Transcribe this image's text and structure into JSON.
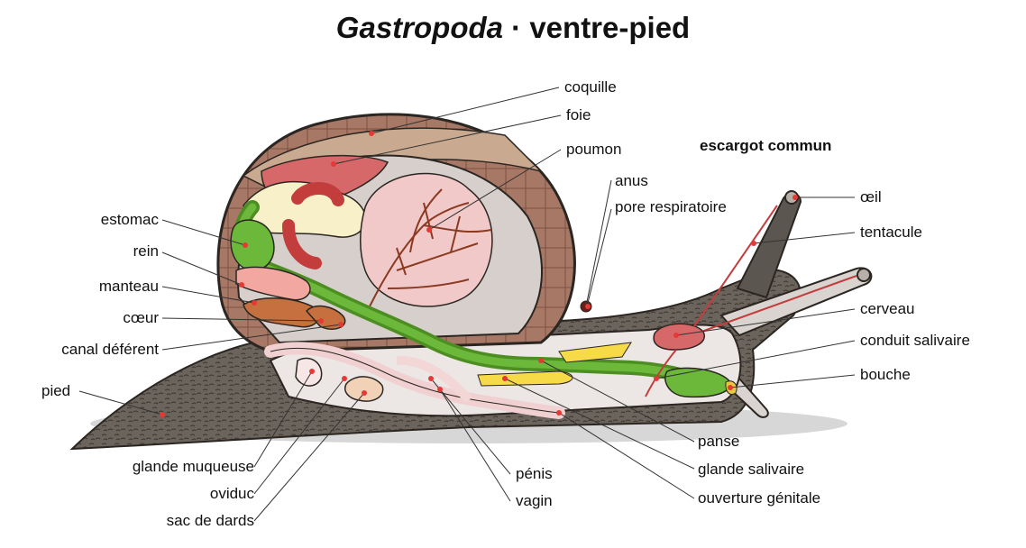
{
  "title": {
    "genus": "Gastropoda",
    "separator": " · ",
    "rest": "ventre-pied"
  },
  "subtitle": "escargot commun",
  "labels": {
    "coquille": "coquille",
    "foie": "foie",
    "poumon": "poumon",
    "anus": "anus",
    "pore": "pore respiratoire",
    "oeil": "œil",
    "tentacule": "tentacule",
    "estomac": "estomac",
    "rein": "rein",
    "manteau": "manteau",
    "coeur": "cœur",
    "canal": "canal déférent",
    "pied": "pied",
    "cerveau": "cerveau",
    "conduit": "conduit salivaire",
    "bouche": "bouche",
    "panse": "panse",
    "glande_salivaire": "glande salivaire",
    "ouverture": "ouverture génitale",
    "glande_muqueuse": "glande muqueuse",
    "oviduc": "oviduc",
    "sac": "sac de dards",
    "penis": "pénis",
    "vagin": "vagin"
  },
  "colors": {
    "shell": "#9c6b5e",
    "shell_band": "#c7a891",
    "body": "#6e665e",
    "inner": "#e8e3e0",
    "liver": "#d9686a",
    "lung": "#f1c5c5",
    "vessels": "#8b3a22",
    "intestine": "#5aa02c",
    "heart": "#c7703f",
    "yellow": "#f6da48",
    "marker": "#e53935"
  }
}
